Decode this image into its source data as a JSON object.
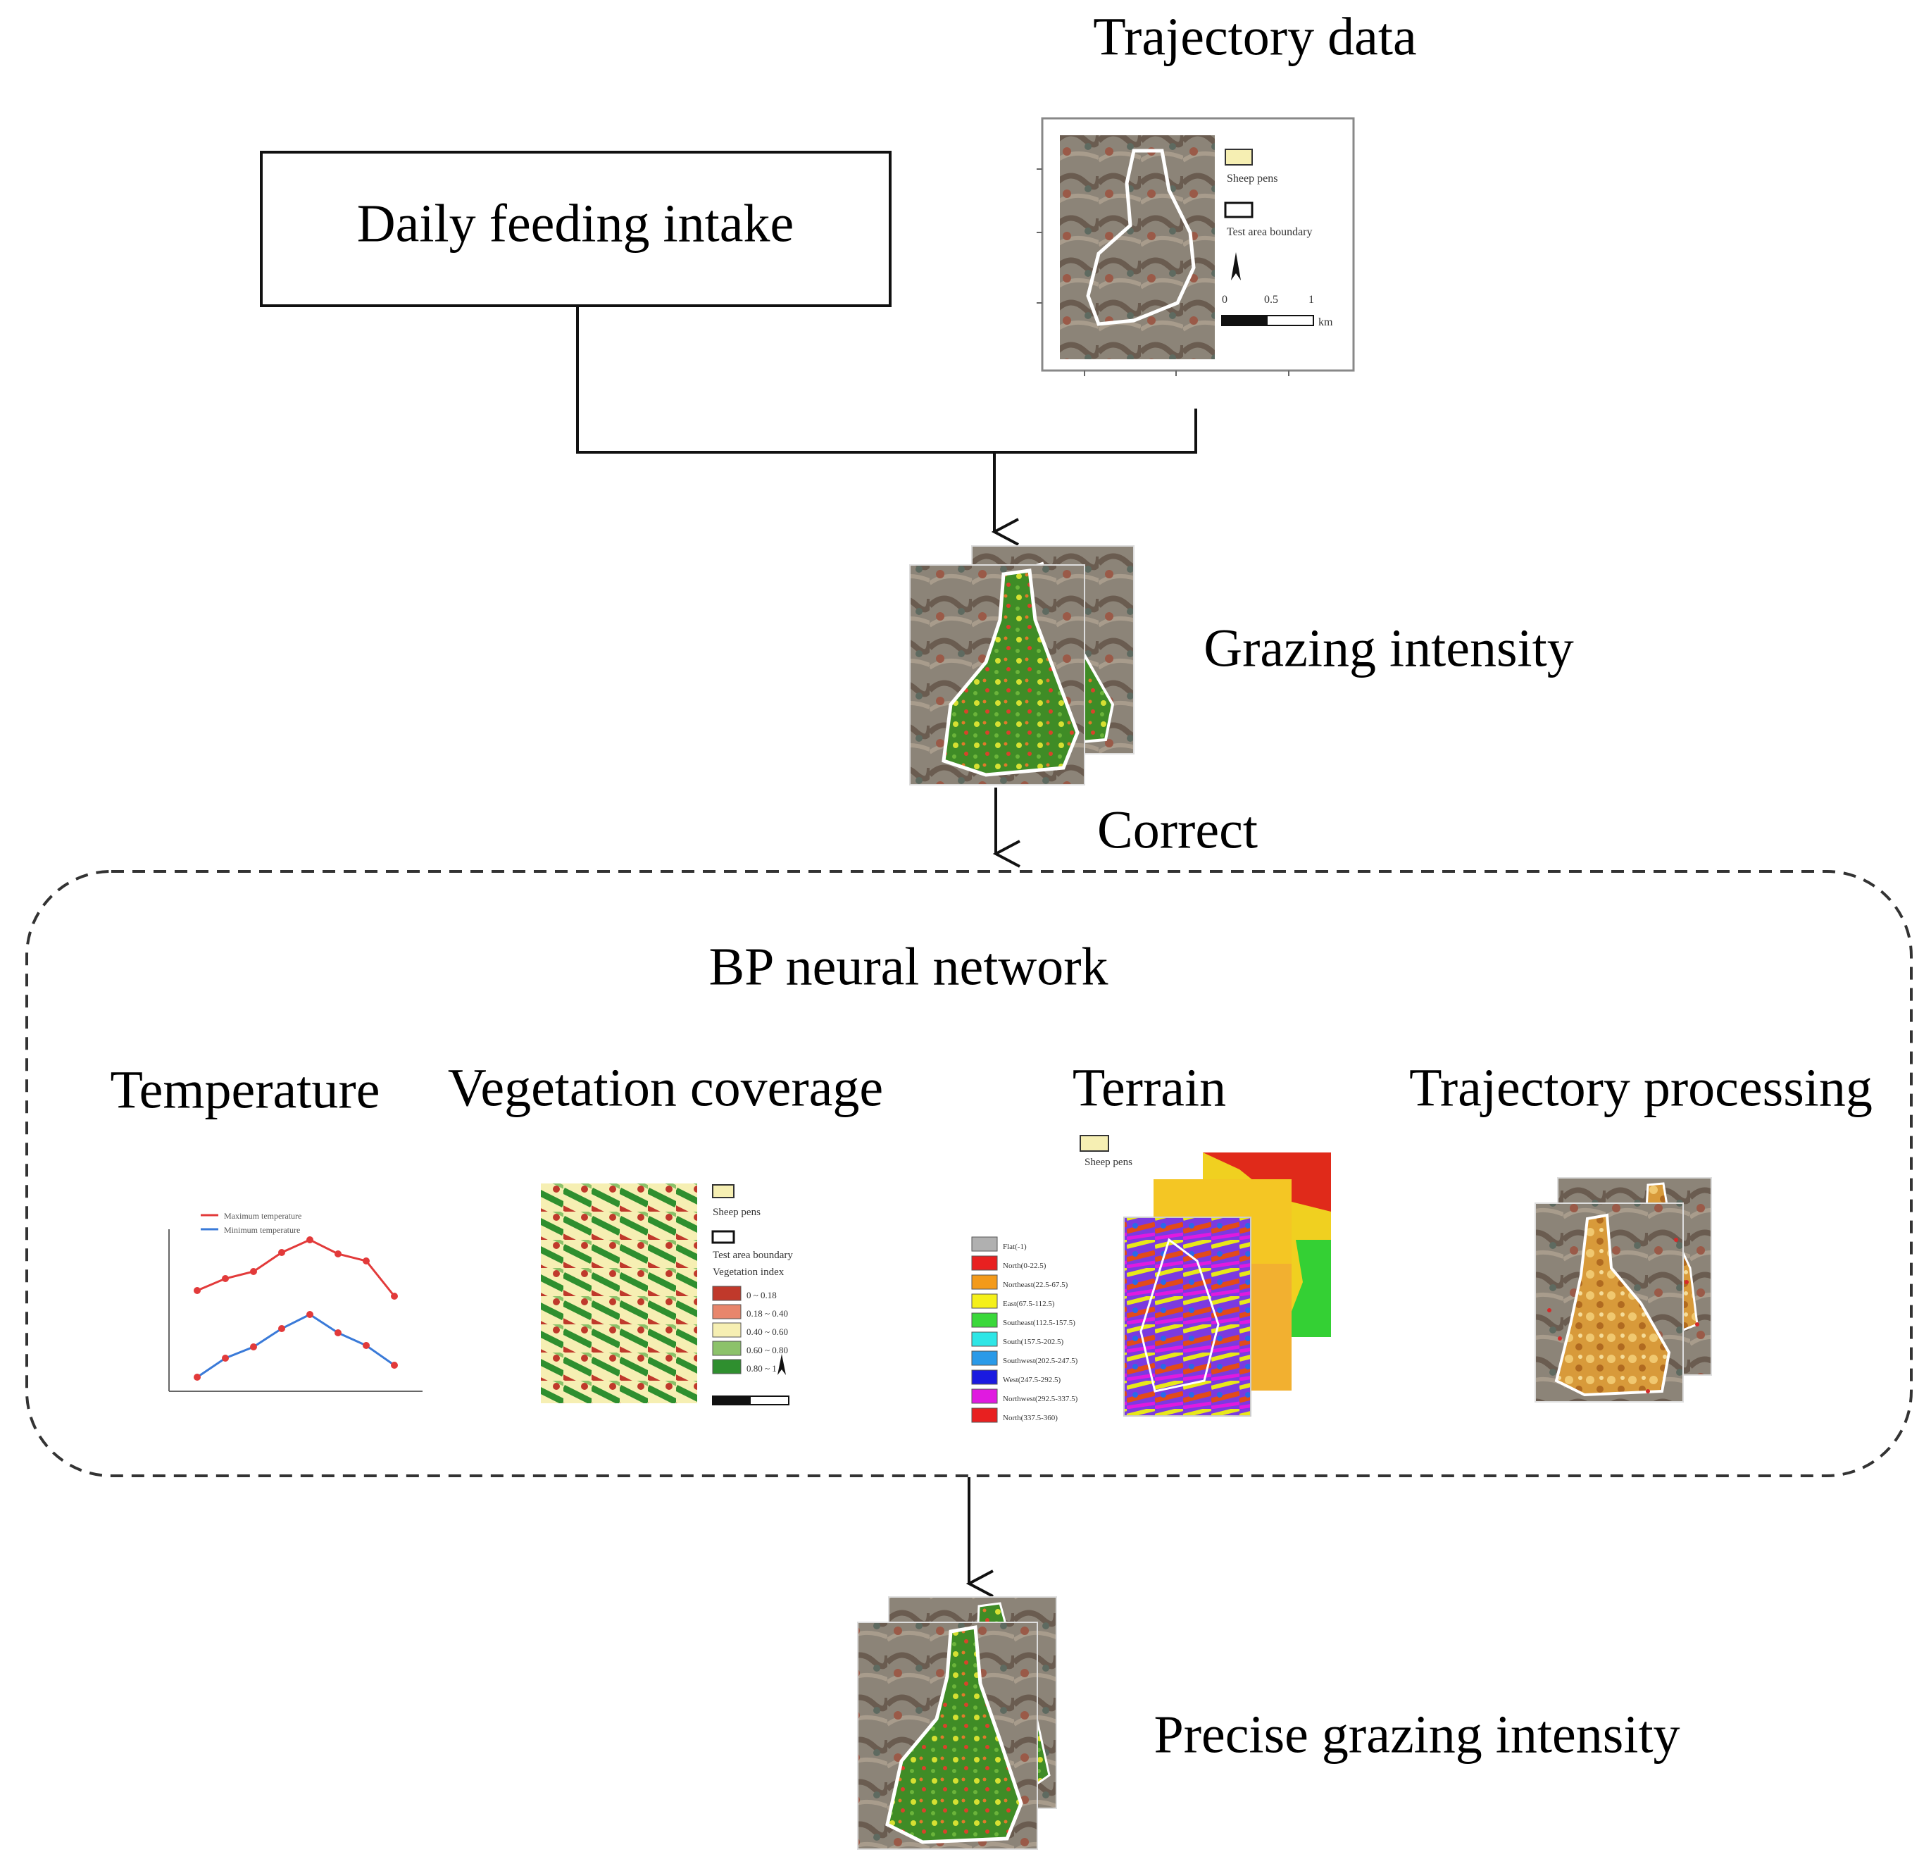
{
  "nodes": {
    "trajectory_data": "Trajectory data",
    "daily_feeding_intake": "Daily feeding intake",
    "grazing_intensity": "Grazing intensity",
    "correct": "Correct",
    "bp_neural_network": "BP neural network",
    "temperature": "Temperature",
    "vegetation_coverage": "Vegetation coverage",
    "terrain": "Terrain",
    "trajectory_processing": "Trajectory processing",
    "precise_grazing_intensity": "Precise grazing intensity"
  },
  "trajectory_map": {
    "legend_items": [
      "Sheep pens",
      "Test area boundary"
    ],
    "scale": [
      "0",
      "0.5",
      "1"
    ],
    "scale_unit": "km"
  },
  "vegetation_map": {
    "legend_items": [
      "Sheep pens",
      "Test area boundary",
      "Vegetation index"
    ],
    "classes": [
      "0 ~ 0.18",
      "0.18 ~ 0.40",
      "0.40 ~ 0.60",
      "0.60 ~ 0.80",
      "0.80 ~ 1"
    ],
    "class_colors": [
      "#c0392b",
      "#e8866c",
      "#f6efb3",
      "#8cc26a",
      "#2f8f2f"
    ]
  },
  "terrain_map": {
    "aspect_classes": [
      "Flat(-1)",
      "North(0-22.5)",
      "Northeast(22.5-67.5)",
      "East(67.5-112.5)",
      "Southeast(112.5-157.5)",
      "South(157.5-202.5)",
      "Southwest(202.5-247.5)",
      "West(247.5-292.5)",
      "Northwest(292.5-337.5)",
      "North(337.5-360)"
    ],
    "aspect_colors": [
      "#b0b0b0",
      "#e82020",
      "#f39a1a",
      "#f5f01a",
      "#3ad83a",
      "#2ee6e6",
      "#2a9ae8",
      "#1a1ae0",
      "#e01ae0",
      "#e82020"
    ]
  },
  "temperature_chart": {
    "legend": [
      "Maximum temperature",
      "Minimum temperature"
    ],
    "series_colors": [
      "#e23a3a",
      "#3a7ad8"
    ]
  }
}
